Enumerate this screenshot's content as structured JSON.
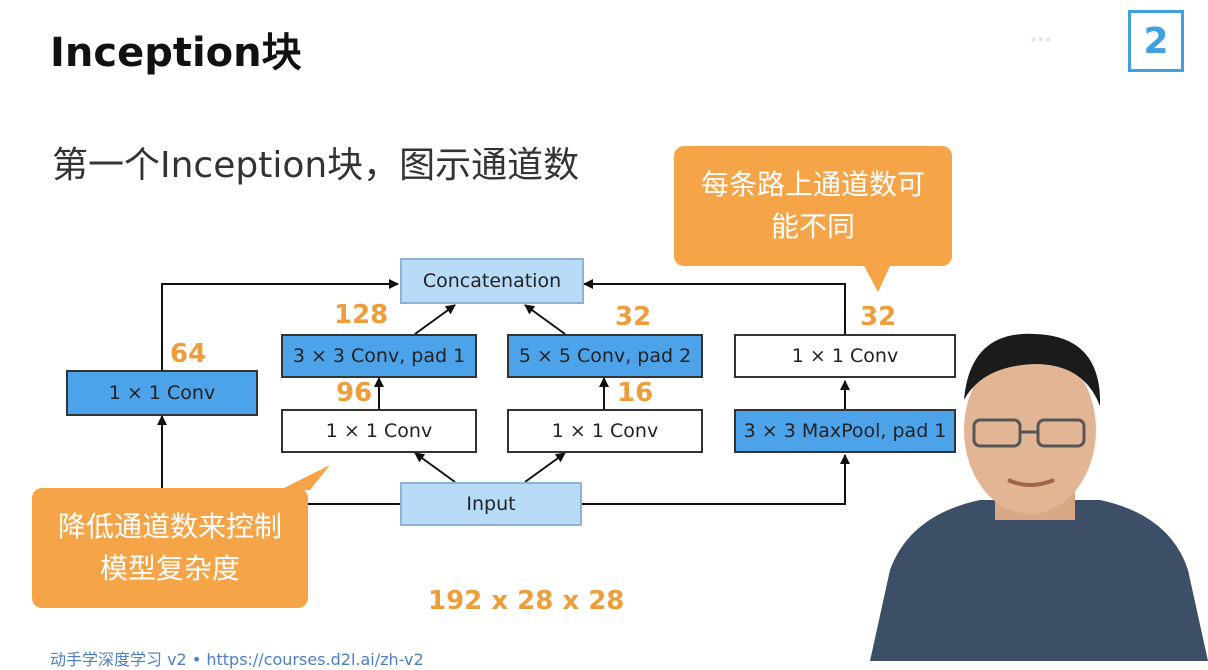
{
  "slide": {
    "title": "Inception块",
    "subtitle": "第一个Inception块，图示通道数",
    "footer": "动手学深度学习 v2 • https://courses.d2l.ai/zh-v2"
  },
  "diagram": {
    "concat": "Concatenation",
    "input": "Input",
    "path1_conv": "1 × 1 Conv",
    "path2_reduce": "1 × 1 Conv",
    "path2_conv": "3 × 3 Conv, pad 1",
    "path3_reduce": "1 × 1 Conv",
    "path3_conv": "5 × 5 Conv, pad 2",
    "path4_pool": "3 × 3 MaxPool, pad 1",
    "path4_conv": "1 × 1 Conv",
    "ch_path1": "64",
    "ch_path2_reduce": "96",
    "ch_path2_out": "128",
    "ch_path3_reduce": "16",
    "ch_path3_out": "32",
    "ch_path4_out": "32",
    "input_shape": "192 x 28 x 28"
  },
  "callouts": {
    "top_right": [
      "每条路上通道数可",
      "能不同"
    ],
    "bottom_left": [
      "降低通道数来控制",
      "模型复杂度"
    ]
  },
  "colors": {
    "blue_box": "#4da3ea",
    "light_blue_box": "#b8dcf8",
    "orange": "#f5a447",
    "number_orange": "#ef9c3a"
  },
  "overlay": {
    "logo_text": "2"
  }
}
